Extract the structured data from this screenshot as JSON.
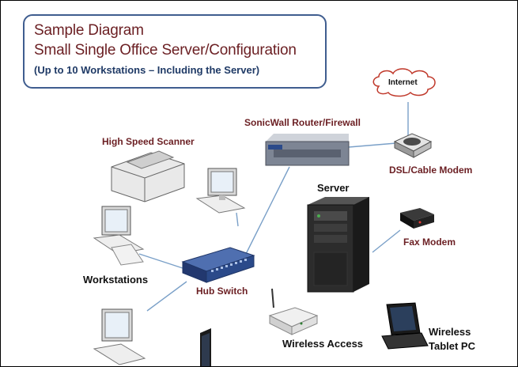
{
  "header": {
    "title_line1": "Sample Diagram",
    "title_line2": "Small Single Office Server/Configuration",
    "subtitle": "(Up to 10 Workstations – Including the Server)"
  },
  "labels": {
    "internet": "Internet",
    "router": "SonicWall Router/Firewall",
    "modem": "DSL/Cable Modem",
    "scanner": "High Speed Scanner",
    "server": "Server",
    "fax": "Fax Modem",
    "workstations": "Workstations",
    "hub": "Hub Switch",
    "wireless_access": "Wireless Access",
    "tablet_line1": "Wireless",
    "tablet_line2": "Tablet PC"
  },
  "colors": {
    "title_text": "#6b1f23",
    "subtitle_text": "#1f3a66",
    "box_border": "#3f5d8f",
    "connector": "#7aa0c8",
    "hub_body": "#2b4a8a"
  }
}
